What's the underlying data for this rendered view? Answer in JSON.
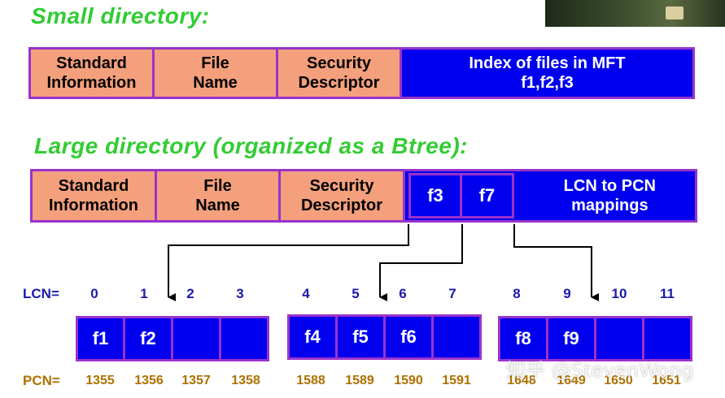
{
  "small": {
    "heading": "Small directory:",
    "cells": [
      "Standard\nInformation",
      "File\nName",
      "Security\nDescriptor",
      "Index of files in MFT\nf1,f2,f3"
    ]
  },
  "large": {
    "heading": "Large directory (organized as a Btree):",
    "cells": [
      "Standard\nInformation",
      "File\nName",
      "Security\nDescriptor"
    ],
    "keys": [
      "f3",
      "f7"
    ],
    "mapping_label": "LCN to PCN\nmappings"
  },
  "lcn": {
    "label": "LCN=",
    "values": [
      "0",
      "1",
      "2",
      "3",
      "4",
      "5",
      "6",
      "7",
      "8",
      "9",
      "10",
      "11"
    ]
  },
  "pcn": {
    "label": "PCN=",
    "values": [
      "1355",
      "1356",
      "1357",
      "1358",
      "1588",
      "1589",
      "1590",
      "1591",
      "1648",
      "1649",
      "1650",
      "1651"
    ]
  },
  "blocks": [
    "f1",
    "f2",
    "",
    "",
    "f4",
    "f5",
    "f6",
    "",
    "f8",
    "f9",
    "",
    ""
  ],
  "watermark": "知乎 @StevenWong",
  "colors": {
    "heading": "#33cc33",
    "header_fill": "#f4a07c",
    "index_fill": "#0000ee",
    "border": "#9933cc",
    "lcn_text": "#1a1aaa",
    "pcn_text": "#b07000"
  }
}
